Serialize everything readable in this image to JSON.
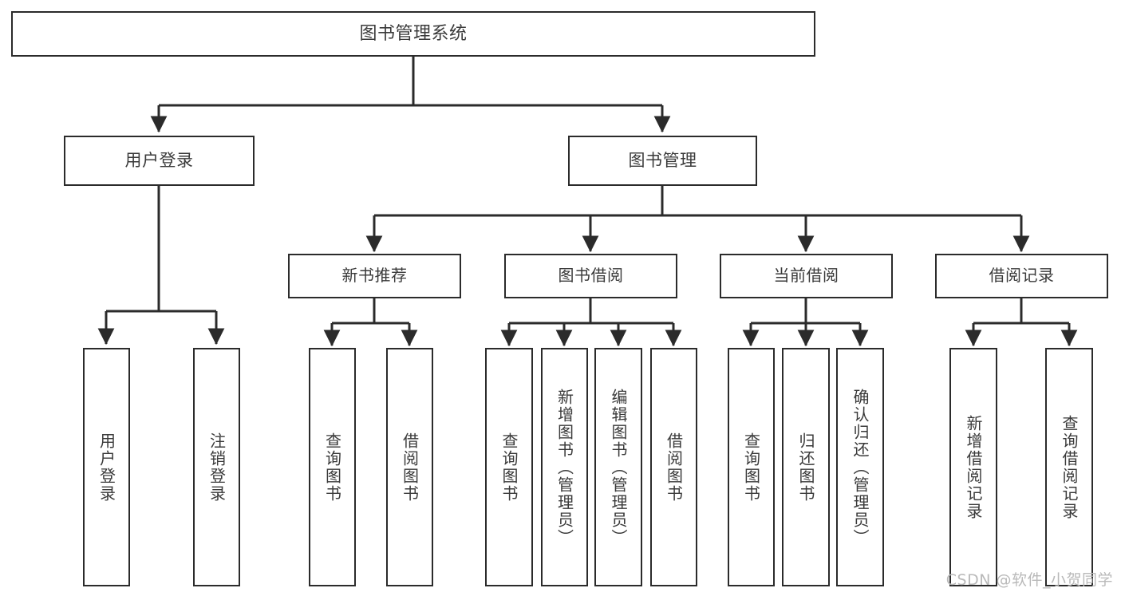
{
  "diagram": {
    "title": "图书管理系统",
    "watermark": "CSDN @软件_小贺同学",
    "colors": {
      "border": "#2b2b2b",
      "text": "#3a3a3a",
      "background": "#ffffff",
      "edge": "#2b2b2b",
      "watermark": "#b9b9b9"
    },
    "nodes": {
      "root": {
        "label": "图书管理系统"
      },
      "level2": [
        {
          "label": "用户登录"
        },
        {
          "label": "图书管理"
        }
      ],
      "level3": [
        {
          "label": "新书推荐"
        },
        {
          "label": "图书借阅"
        },
        {
          "label": "当前借阅"
        },
        {
          "label": "借阅记录"
        }
      ],
      "leaves": {
        "user_login": [
          {
            "label": "用户登录"
          },
          {
            "label": "注销登录"
          }
        ],
        "new_book_recommend": [
          {
            "label": "查询图书"
          },
          {
            "label": "借阅图书"
          }
        ],
        "book_borrow": [
          {
            "label": "查询图书"
          },
          {
            "label": "新增图书（管理员）"
          },
          {
            "label": "编辑图书（管理员）"
          },
          {
            "label": "借阅图书"
          }
        ],
        "current_borrow": [
          {
            "label": "查询图书"
          },
          {
            "label": "归还图书"
          },
          {
            "label": "确认归还（管理员）"
          }
        ],
        "borrow_record": [
          {
            "label": "新增借阅记录"
          },
          {
            "label": "查询借阅记录"
          }
        ]
      }
    }
  }
}
